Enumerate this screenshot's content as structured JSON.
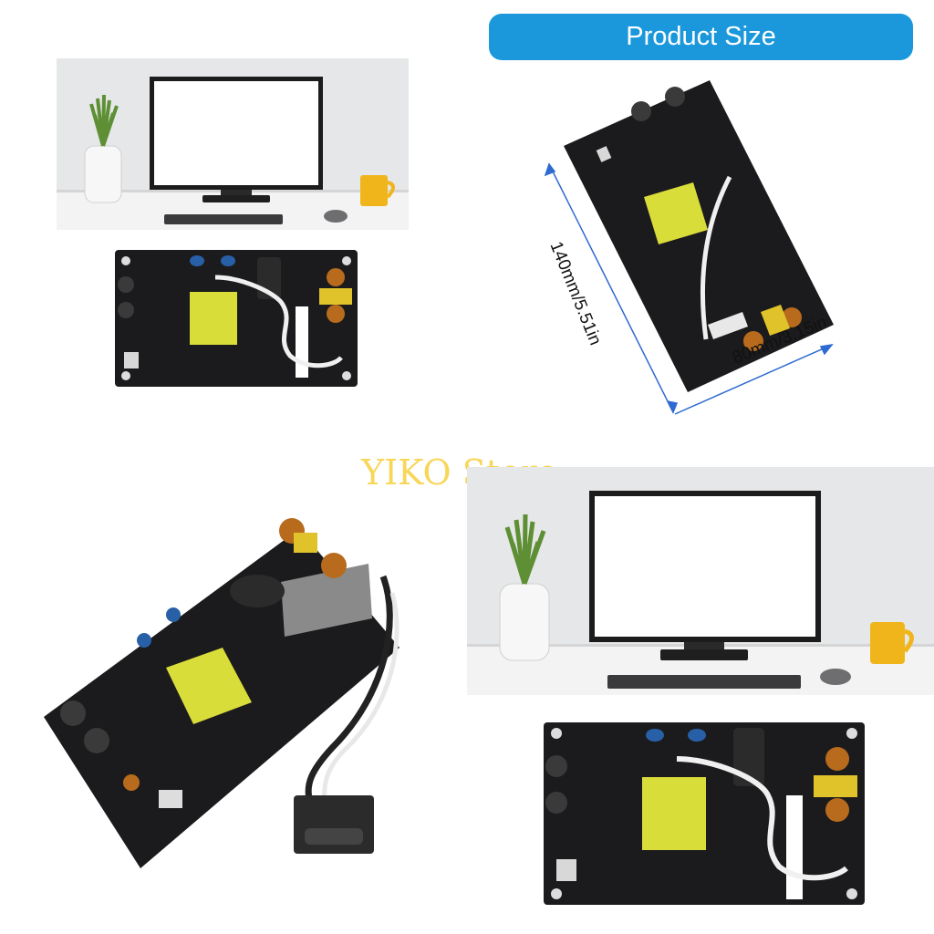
{
  "header": {
    "title": "Product Size"
  },
  "dimensions": {
    "length": "140mm/5.51in",
    "width": "80mm/3.15in"
  },
  "watermark": "YIKO Store",
  "colors": {
    "badge": "#1a98db",
    "pcb": "#1b1b1d",
    "transformer": "#d9dd3a",
    "watermark": "#f6cf3c"
  }
}
